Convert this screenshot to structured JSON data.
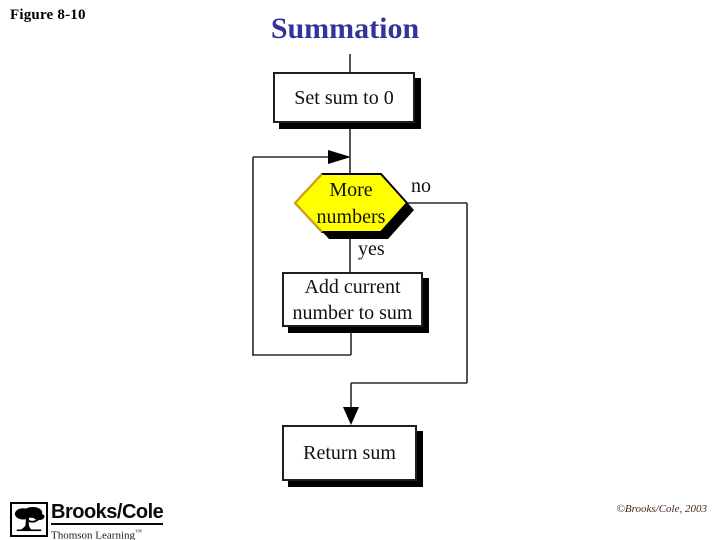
{
  "slide": {
    "figure_label": "Figure 8-10",
    "title": "Summation",
    "copyright": "©Brooks/Cole, 2003"
  },
  "flowchart": {
    "type": "flowchart",
    "start": {
      "label": "Set sum to 0"
    },
    "decision": {
      "line1": "More",
      "line2": "numbers"
    },
    "add": {
      "line1": "Add current",
      "line2": "number to sum"
    },
    "return": {
      "label": "Return sum"
    },
    "edges": {
      "yes": "yes",
      "no": "no"
    }
  },
  "logo": {
    "primary": "Brooks/Cole",
    "secondary": "Thomson Learning",
    "trademark": "™"
  },
  "colors": {
    "title_blue": "#333399",
    "decision_yellow": "#FFFF00",
    "decision_left_edge": "#d8a020",
    "line_black": "#2a2a2a",
    "shadow_black": "#000000",
    "copyright_brown": "#44291c"
  }
}
